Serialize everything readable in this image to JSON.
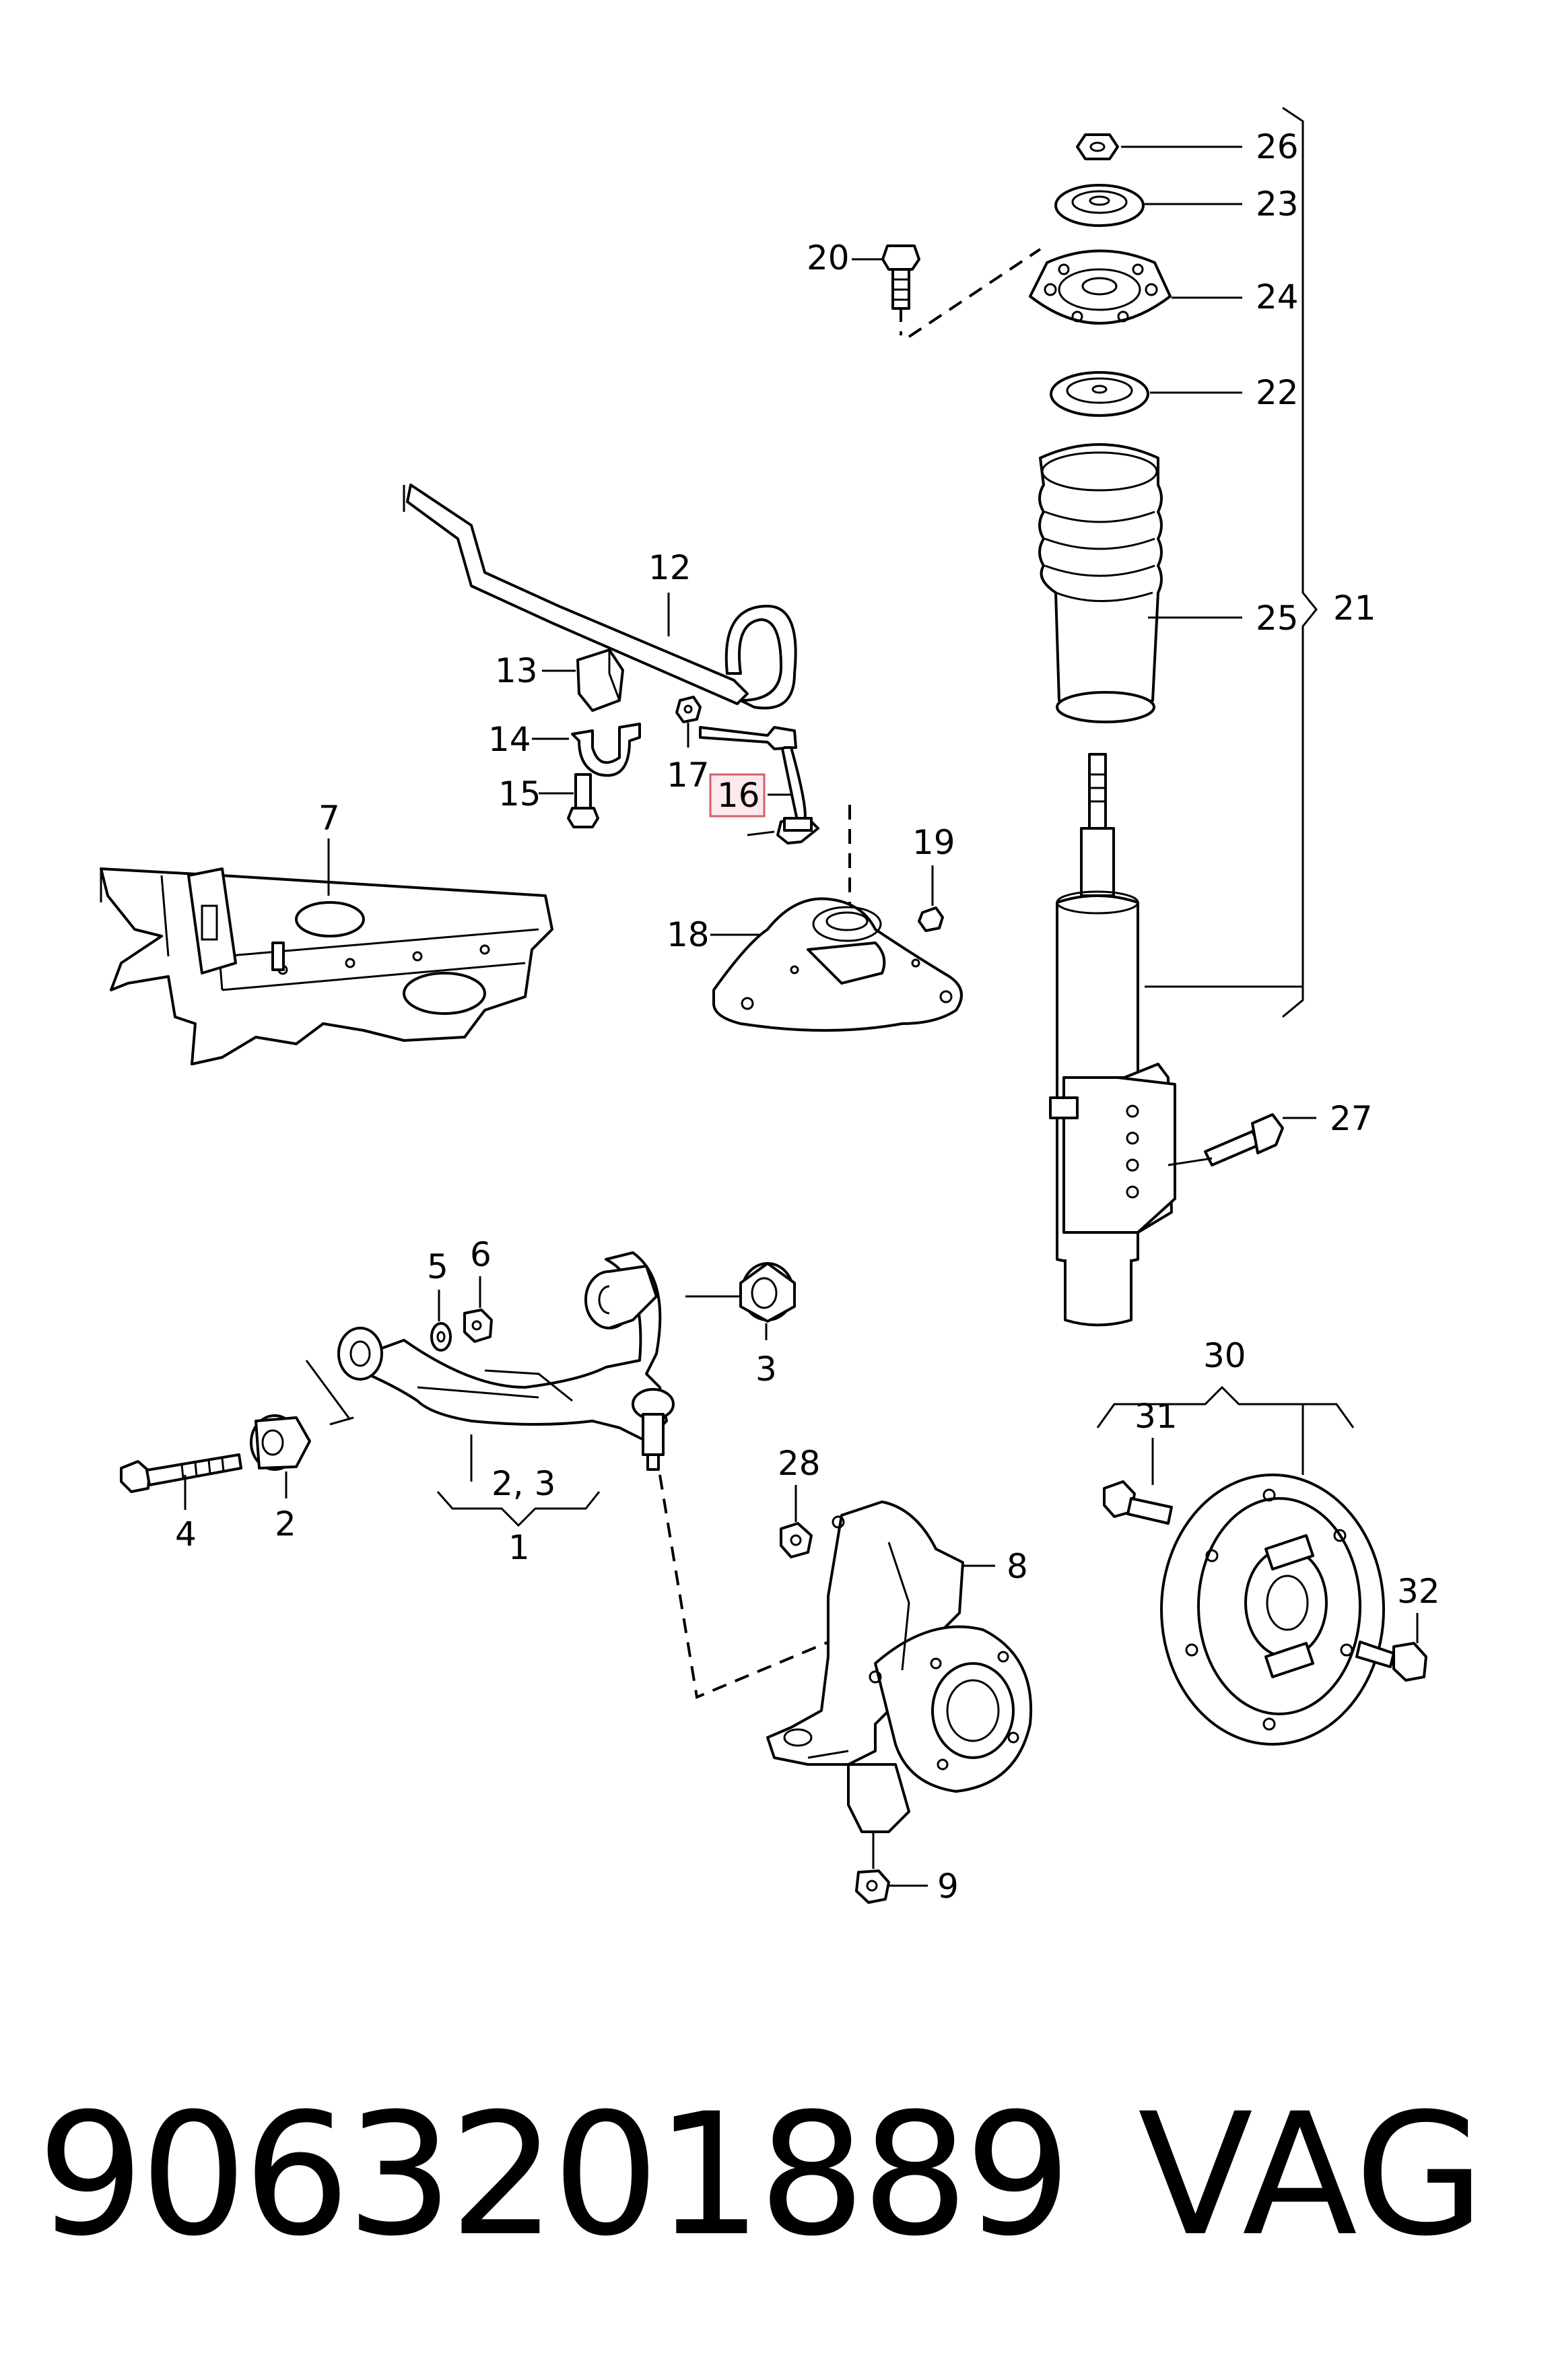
{
  "diagram": {
    "callouts": {
      "c1": "1",
      "c2": "2",
      "c2_3": "2,  3",
      "c3": "3",
      "c4": "4",
      "c5": "5",
      "c6": "6",
      "c7": "7",
      "c8": "8",
      "c9": "9",
      "c12": "12",
      "c13": "13",
      "c14": "14",
      "c15": "15",
      "c16": "16",
      "c17": "17",
      "c18": "18",
      "c19": "19",
      "c20": "20",
      "c21": "21",
      "c22": "22",
      "c23": "23",
      "c24": "24",
      "c25": "25",
      "c26": "26",
      "c27": "27",
      "c28": "28",
      "c30": "30",
      "c31": "31",
      "c32": "32"
    },
    "highlighted_callout": "16",
    "highlight_color": "#fde8ea"
  },
  "footer": {
    "part_number": "9063201889",
    "brand": "VAG"
  }
}
